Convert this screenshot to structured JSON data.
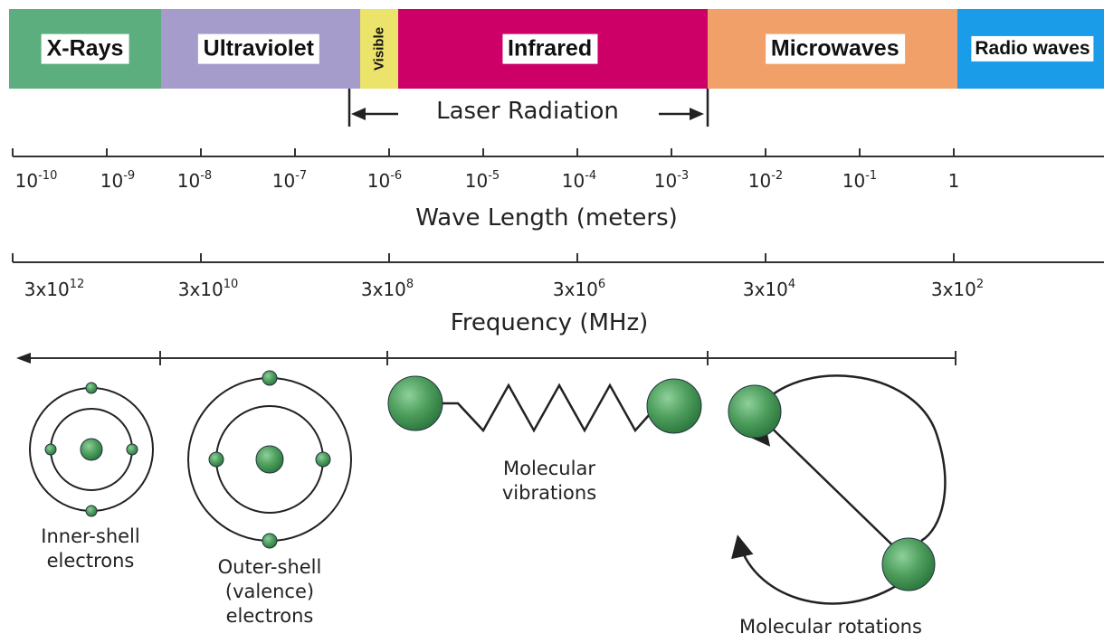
{
  "bands": [
    {
      "label": "X-Rays",
      "color": "#5cae7e"
    },
    {
      "label": "Ultraviolet",
      "color": "#a59ccb"
    },
    {
      "label": "Visible",
      "color": "#ece36b"
    },
    {
      "label": "Infrared",
      "color": "#cc0066"
    },
    {
      "label": "Microwaves",
      "color": "#f0a068"
    },
    {
      "label": "Radio waves",
      "color": "#1a9ce8"
    }
  ],
  "laser": {
    "label": "Laser Radiation"
  },
  "wavelength": {
    "title": "Wave Length (meters)",
    "ticks": [
      {
        "base": "10",
        "exp": "-10"
      },
      {
        "base": "10",
        "exp": "-9"
      },
      {
        "base": "10",
        "exp": "-8"
      },
      {
        "base": "10",
        "exp": "-7"
      },
      {
        "base": "10",
        "exp": "-6"
      },
      {
        "base": "10",
        "exp": "-5"
      },
      {
        "base": "10",
        "exp": "-4"
      },
      {
        "base": "10",
        "exp": "-3"
      },
      {
        "base": "10",
        "exp": "-2"
      },
      {
        "base": "10",
        "exp": "-1"
      },
      {
        "base": "1",
        "exp": ""
      }
    ]
  },
  "frequency": {
    "title": "Frequency (MHz)",
    "ticks": [
      {
        "base": "3x10",
        "exp": "12"
      },
      {
        "base": "3x10",
        "exp": "10"
      },
      {
        "base": "3x10",
        "exp": "8"
      },
      {
        "base": "3x10",
        "exp": "6"
      },
      {
        "base": "3x10",
        "exp": "4"
      },
      {
        "base": "3x10",
        "exp": "2"
      }
    ]
  },
  "effects": {
    "inner_shell": [
      "Inner-shell",
      "electrons"
    ],
    "outer_shell": [
      "Outer-shell",
      "(valence)",
      "electrons"
    ],
    "vibrations": [
      "Molecular",
      "vibrations"
    ],
    "rotations": [
      "Molecular rotations"
    ]
  },
  "colors": {
    "atom_fill": "#4a9a5a",
    "atom_light": "#8ed09a",
    "line": "#222222"
  }
}
